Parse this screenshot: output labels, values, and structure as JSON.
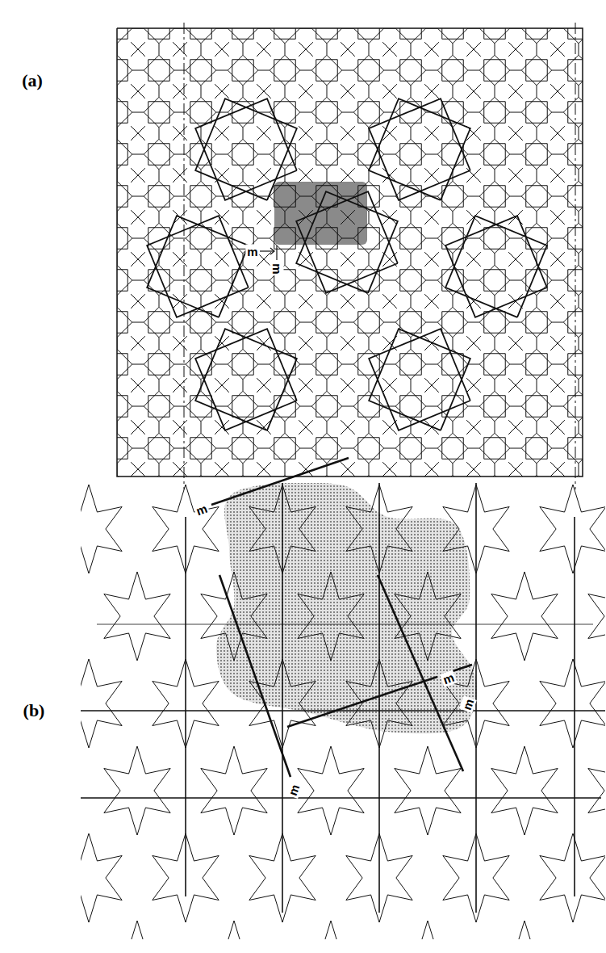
{
  "diagram": {
    "labels": [
      "(a)",
      "m",
      "m",
      "(b)",
      "m",
      "m",
      "m",
      "m"
    ]
  }
}
